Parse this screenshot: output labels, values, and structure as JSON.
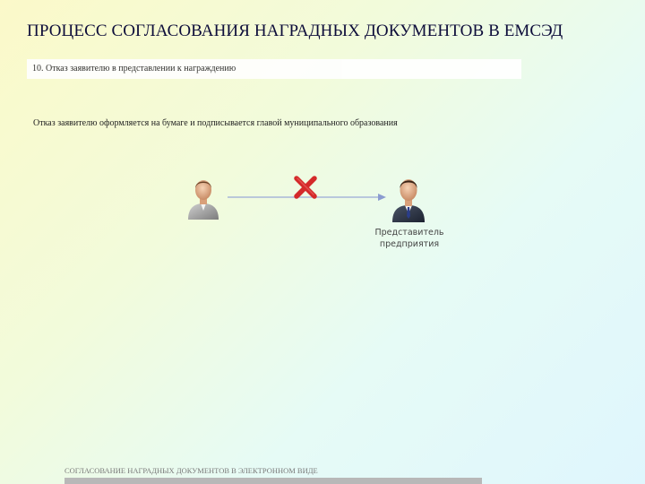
{
  "slide": {
    "title": "ПРОЦЕСС СОГЛАСОВАНИЯ НАГРАДНЫХ ДОКУМЕНТОВ В ЕМСЭД",
    "step_label": "10. Отказ заявителю в представлении к награждению",
    "description": "Отказ заявителю оформляется на бумаге и подписывается главой муниципального образования",
    "right_person_label": "Представитель предприятия",
    "footer_text": "СОГЛАСОВАНИЕ НАГРАДНЫХ ДОКУМЕНТОВ В ЭЛЕКТРОННОМ ВИДЕ"
  },
  "colors": {
    "title": "#0d0d3a",
    "cross": "#d42a2a",
    "arrow": "#9aa9d6"
  }
}
